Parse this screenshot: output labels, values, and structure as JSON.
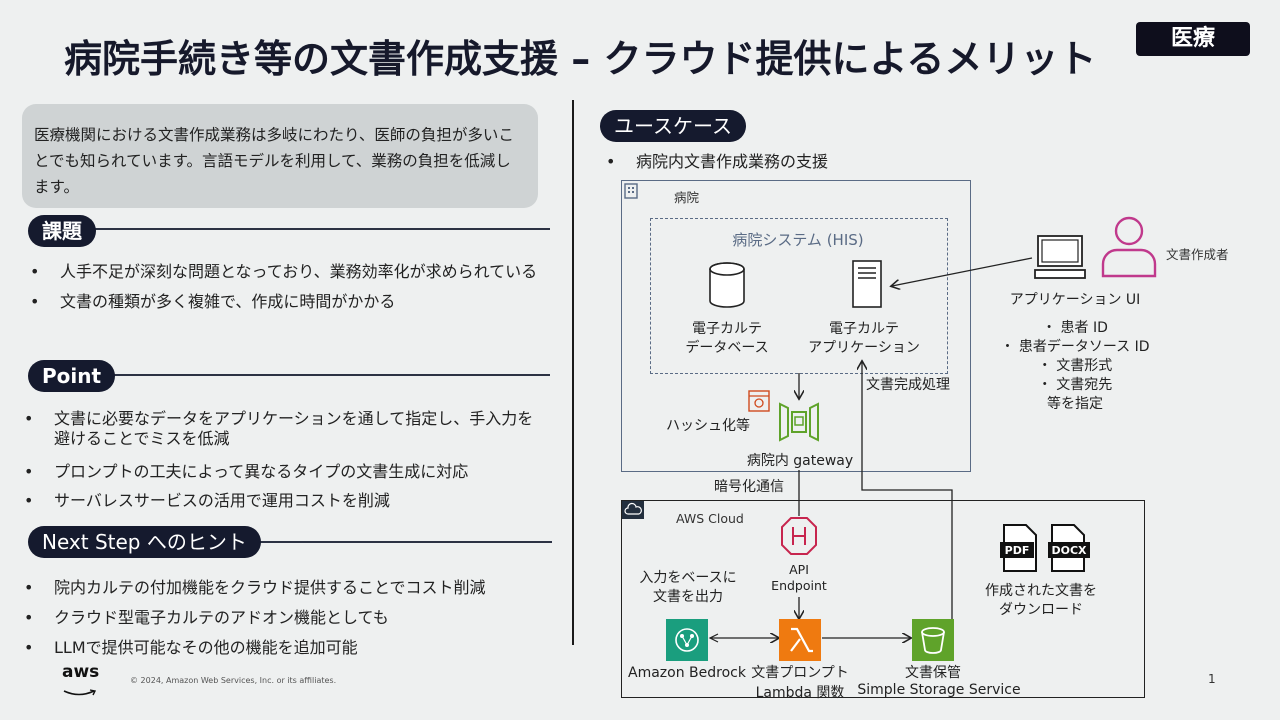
{
  "title": "病院手続き等の文書作成支援 – クラウド提供によるメリット",
  "badge": "医療",
  "intro": "医療機関における文書作成業務は多岐にわたり、医師の負担が多いことでも知られています。言語モデルを利用して、業務の負担を低減します。",
  "sections": {
    "challenges": {
      "label": "課題",
      "items": [
        "人手不足が深刻な問題となっており、業務効率化が求められている",
        "文書の種類が多く複雑で、作成に時間がかかる"
      ]
    },
    "point": {
      "label": "Point",
      "items": [
        "文書に必要なデータをアプリケーションを通して指定し、手入力を避けることでミスを低減",
        "プロンプトの工夫によって異なるタイプの文書生成に対応",
        "サーバレスサービスの活用で運用コストを削減"
      ]
    },
    "next": {
      "label": "Next Step へのヒント",
      "items": [
        "院内カルテの付加機能をクラウド提供することでコスト削減",
        "クラウド型電子カルテのアドオン機能としても",
        "LLMで提供可能なその他の機能を追加可能"
      ]
    }
  },
  "usecase": {
    "label": "ユースケース",
    "bullet": "病院内文書作成業務の支援"
  },
  "diagram": {
    "hospital_label": "病院",
    "his_label": "病院システム (HIS)",
    "db_label_1": "電子カルテ",
    "db_label_2": "データベース",
    "app_label_1": "電子カルテ",
    "app_label_2": "アプリケーション",
    "hash_label": "ハッシュ化等",
    "gateway_label": "病院内 gateway",
    "complete_label": "文書完成処理",
    "encrypt_label": "暗号化通信",
    "ui_label": "アプリケーション UI",
    "author_label": "文書作成者",
    "ui_params": [
      "・ 患者 ID",
      "・ 患者データソース ID",
      "・ 文書形式",
      "・ 文書宛先",
      "等を指定"
    ],
    "aws_label": "AWS Cloud",
    "api_label_1": "API",
    "api_label_2": "Endpoint",
    "input_label_1": "入力をベースに",
    "input_label_2": "文書を出力",
    "download_label_1": "作成された文書を",
    "download_label_2": "ダウンロード",
    "pdf": "PDF",
    "docx": "DOCX",
    "bedrock_label": "Amazon Bedrock",
    "lambda_label_1": "文書プロンプト",
    "lambda_label_2": "Lambda 関数",
    "s3_label_1": "文書保管",
    "s3_label_2": "Simple Storage Service",
    "colors": {
      "bedrock": "#1a9e7e",
      "lambda": "#ef7a10",
      "s3": "#5fa32a",
      "api": "#c7254e",
      "person": "#c0398c",
      "hash": "#d04a1e",
      "gateway": "#5fa32a"
    }
  },
  "footer": {
    "logo": "aws",
    "copyright": "© 2024, Amazon Web Services, Inc. or its affiliates.",
    "page": "1"
  }
}
